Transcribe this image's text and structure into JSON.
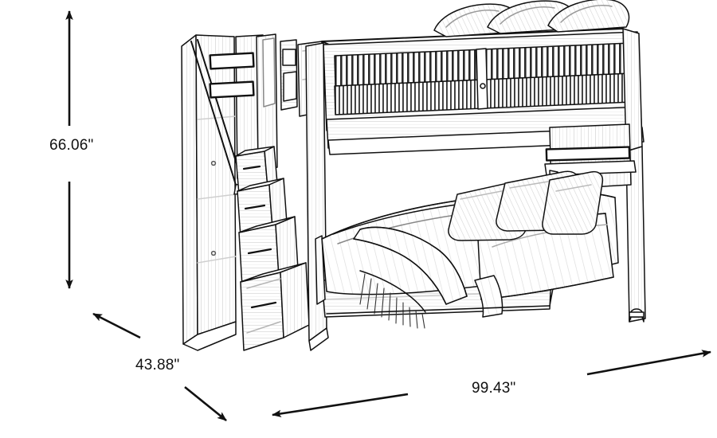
{
  "diagram": {
    "title": "Bunk bed dimension diagram",
    "subject": "twin over twin bunk bed with step storage staircase",
    "style": "black line art sketch on white background",
    "background_color": "#ffffff",
    "line_color": "#111111",
    "dimensions": {
      "height": {
        "value": "66.06\"",
        "axis": "vertical",
        "arrow": "double-headed, up and down, split by label"
      },
      "depth": {
        "value": "43.88\"",
        "axis": "diagonal-depth",
        "arrow": "double-headed, up-left and down-right, split by label"
      },
      "width": {
        "value": "99.43\"",
        "axis": "horizontal-width",
        "arrow": "double-headed, left and right, split by label"
      }
    },
    "furniture": {
      "upper_bunk": {
        "name": "top bunk",
        "guard_rail": "slatted guard rail with two horizontal panels",
        "pillows": 3
      },
      "lower_bunk": {
        "name": "bottom bunk",
        "bedding": "quilted coverlet with fringed throw blanket",
        "pillows": 3
      },
      "staircase": {
        "name": "step storage staircase",
        "steps": 4,
        "drawers": 4,
        "ladder_rail": "angled hand rail",
        "side_panel_slots": 2
      },
      "posts": {
        "left_post": "left bed post",
        "right_post": "right bed post with turned foot"
      }
    }
  }
}
